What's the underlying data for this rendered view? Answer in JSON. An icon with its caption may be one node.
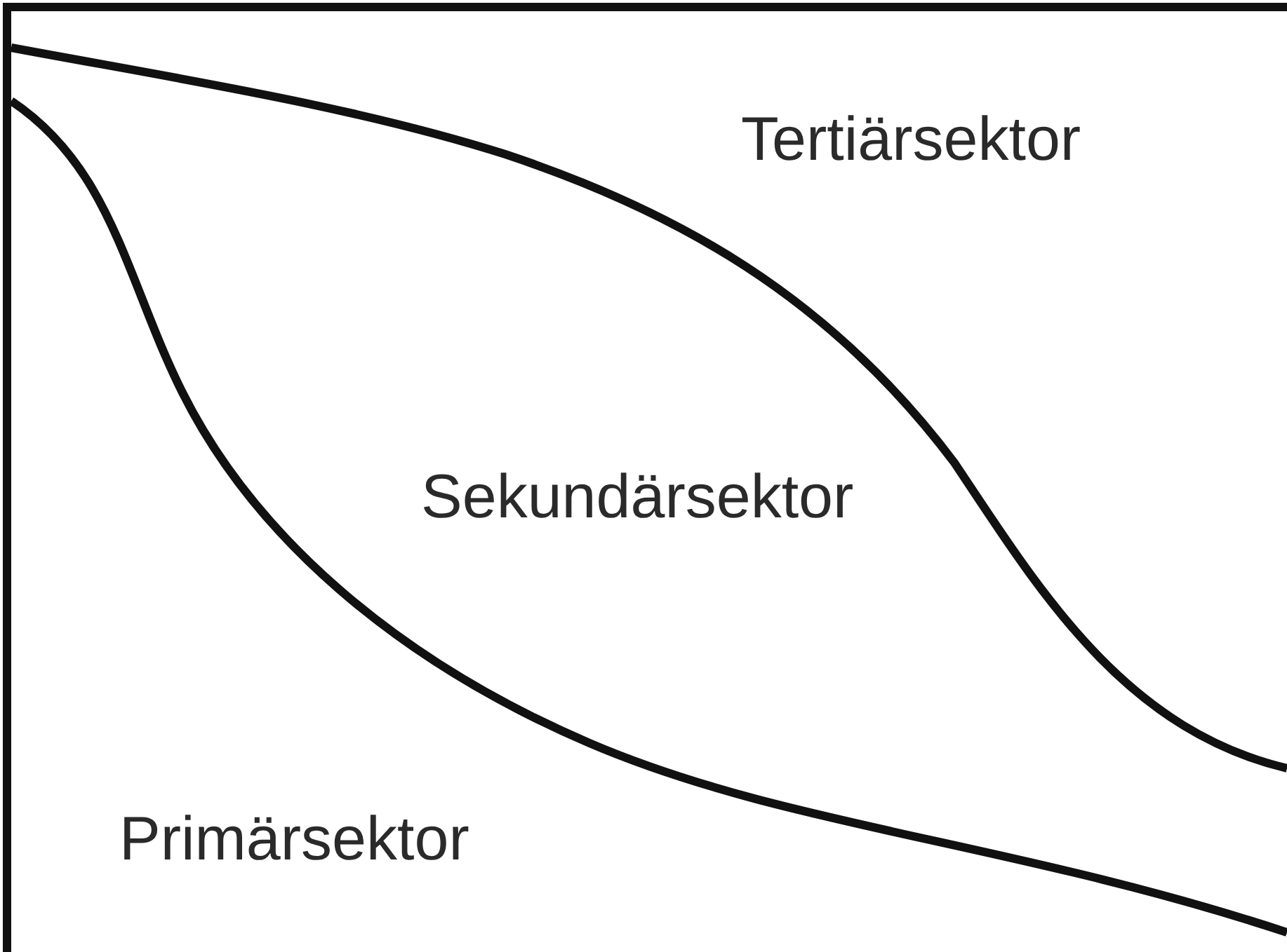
{
  "diagram": {
    "labels": [
      "Tertiärsektor",
      "Sekundärsektor",
      "Primärsektor"
    ]
  }
}
